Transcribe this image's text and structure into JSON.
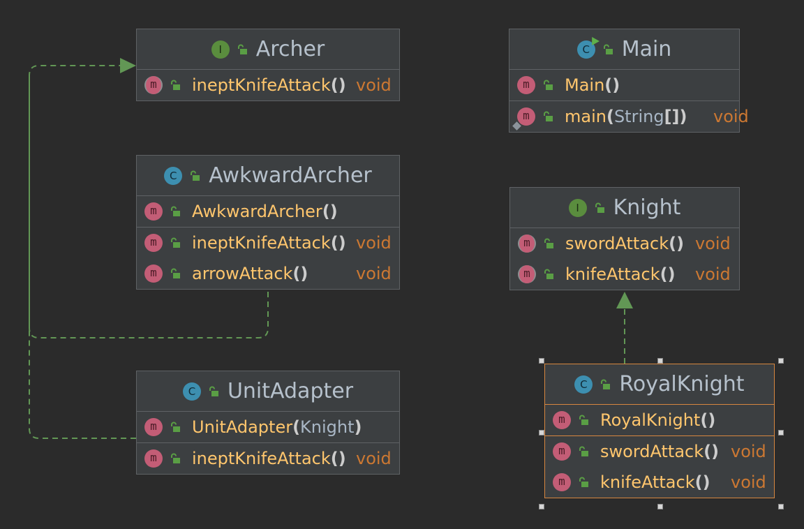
{
  "diagram": {
    "nodes": [
      {
        "id": "archer",
        "kind": "interface",
        "badge": "I",
        "title": "Archer",
        "sections": [
          [
            {
              "name": "ineptKnifeAttack",
              "open": "(",
              "params": "",
              "close": ")",
              "type": "void",
              "abstract": true,
              "static": false
            }
          ]
        ]
      },
      {
        "id": "main",
        "kind": "class-runnable",
        "badge": "C",
        "title": "Main",
        "sections": [
          [
            {
              "name": "Main",
              "open": "(",
              "params": "",
              "close": ")",
              "type": "",
              "abstract": false,
              "static": false
            }
          ],
          [
            {
              "name": "main",
              "open": "(",
              "params": "String",
              "close": "[])",
              "type": "void",
              "abstract": false,
              "static": true
            }
          ]
        ]
      },
      {
        "id": "awkward-archer",
        "kind": "class",
        "badge": "C",
        "title": "AwkwardArcher",
        "sections": [
          [
            {
              "name": "AwkwardArcher",
              "open": "(",
              "params": "",
              "close": ")",
              "type": "",
              "abstract": false,
              "static": false
            }
          ],
          [
            {
              "name": "ineptKnifeAttack",
              "open": "(",
              "params": "",
              "close": ")",
              "type": "void",
              "abstract": false,
              "static": false
            },
            {
              "name": "arrowAttack",
              "open": "(",
              "params": "",
              "close": ")",
              "type": "void",
              "abstract": false,
              "static": false
            }
          ]
        ]
      },
      {
        "id": "knight",
        "kind": "interface",
        "badge": "I",
        "title": "Knight",
        "sections": [
          [
            {
              "name": "swordAttack",
              "open": "(",
              "params": "",
              "close": ")",
              "type": "void",
              "abstract": true,
              "static": false
            },
            {
              "name": "knifeAttack",
              "open": "(",
              "params": "",
              "close": ")",
              "type": "void",
              "abstract": true,
              "static": false
            }
          ]
        ]
      },
      {
        "id": "unit-adapter",
        "kind": "class",
        "badge": "C",
        "title": "UnitAdapter",
        "sections": [
          [
            {
              "name": "UnitAdapter",
              "open": "(",
              "params": "Knight",
              "close": ")",
              "type": "",
              "abstract": false,
              "static": false
            }
          ],
          [
            {
              "name": "ineptKnifeAttack",
              "open": "(",
              "params": "",
              "close": ")",
              "type": "void",
              "abstract": false,
              "static": false
            }
          ]
        ]
      },
      {
        "id": "royal-knight",
        "kind": "class",
        "badge": "C",
        "title": "RoyalKnight",
        "selected": true,
        "sections": [
          [
            {
              "name": "RoyalKnight",
              "open": "(",
              "params": "",
              "close": ")",
              "type": "",
              "abstract": false,
              "static": false
            }
          ],
          [
            {
              "name": "swordAttack",
              "open": "(",
              "params": "",
              "close": ")",
              "type": "void",
              "abstract": false,
              "static": false
            },
            {
              "name": "knifeAttack",
              "open": "(",
              "params": "",
              "close": ")",
              "type": "void",
              "abstract": false,
              "static": false
            }
          ]
        ]
      }
    ],
    "edges": [
      {
        "from": "awkward-archer",
        "to": "archer",
        "kind": "realization"
      },
      {
        "from": "unit-adapter",
        "to": "archer",
        "kind": "realization"
      },
      {
        "from": "royal-knight",
        "to": "knight",
        "kind": "realization"
      }
    ],
    "colors": {
      "background": "#2b2b2b",
      "node": "#3c3f41",
      "border": "#5f6265",
      "selection": "#d7873f",
      "edge": "#629755",
      "method_name": "#ffc66d",
      "return_type": "#cc7832",
      "title": "#b6c1cc",
      "method_icon": "#c35d76",
      "interface_icon": "#5a8d3e",
      "class_icon": "#3d8fb0",
      "lock": "#5a9e45"
    },
    "icons": {
      "method": "m-method-icon",
      "interface": "interface-icon",
      "class": "class-icon",
      "visibility": "public-lock-icon"
    }
  }
}
